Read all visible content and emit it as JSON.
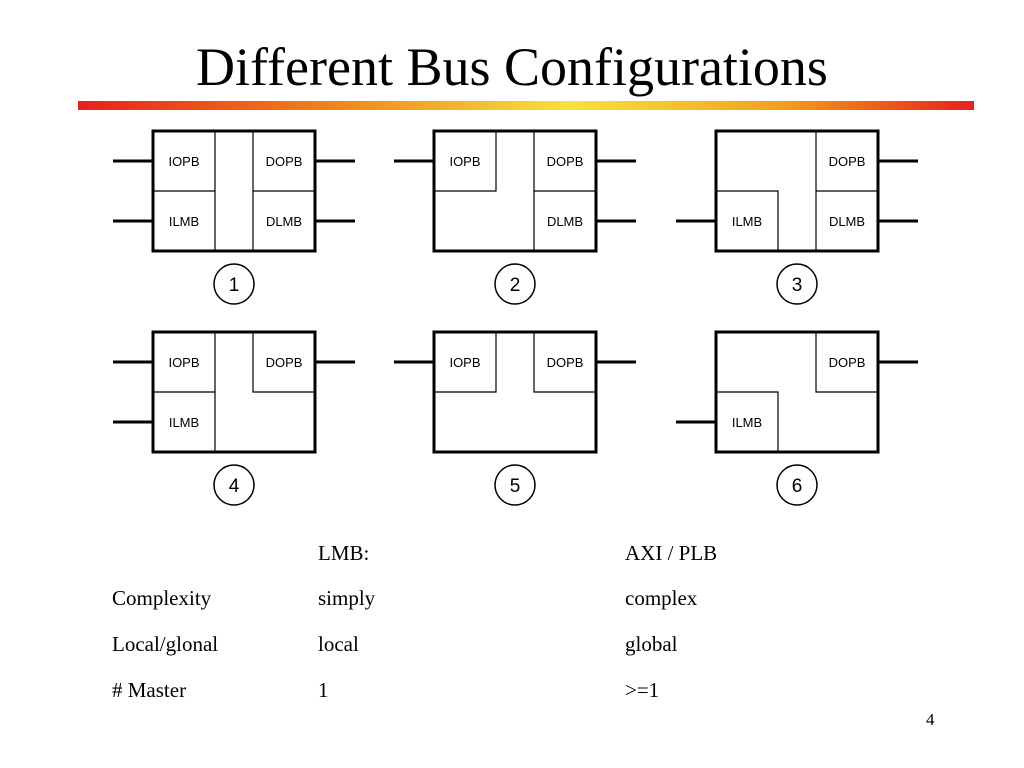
{
  "slide": {
    "title": "Different Bus Configurations",
    "page_number": "4"
  },
  "diagrams": [
    {
      "number": "1",
      "labels": {
        "tl": "IOPB",
        "tr": "DOPB",
        "bl": "ILMB",
        "br": "DLMB"
      }
    },
    {
      "number": "2",
      "labels": {
        "tl": "IOPB",
        "tr": "DOPB",
        "bl": "",
        "br": "DLMB"
      }
    },
    {
      "number": "3",
      "labels": {
        "tl": "",
        "tr": "DOPB",
        "bl": "ILMB",
        "br": "DLMB"
      }
    },
    {
      "number": "4",
      "labels": {
        "tl": "IOPB",
        "tr": "DOPB",
        "bl": "ILMB",
        "br": ""
      }
    },
    {
      "number": "5",
      "labels": {
        "tl": "IOPB",
        "tr": "DOPB",
        "bl": "",
        "br": ""
      }
    },
    {
      "number": "6",
      "labels": {
        "tl": "",
        "tr": "DOPB",
        "bl": "ILMB",
        "br": ""
      }
    }
  ],
  "comparison": {
    "header": [
      "",
      "LMB:",
      "AXI / PLB"
    ],
    "rows": [
      [
        "Complexity",
        "simply",
        "complex"
      ],
      [
        "Local/glonal",
        "local",
        "global"
      ],
      [
        "# Master",
        "1",
        ">=1"
      ]
    ]
  }
}
